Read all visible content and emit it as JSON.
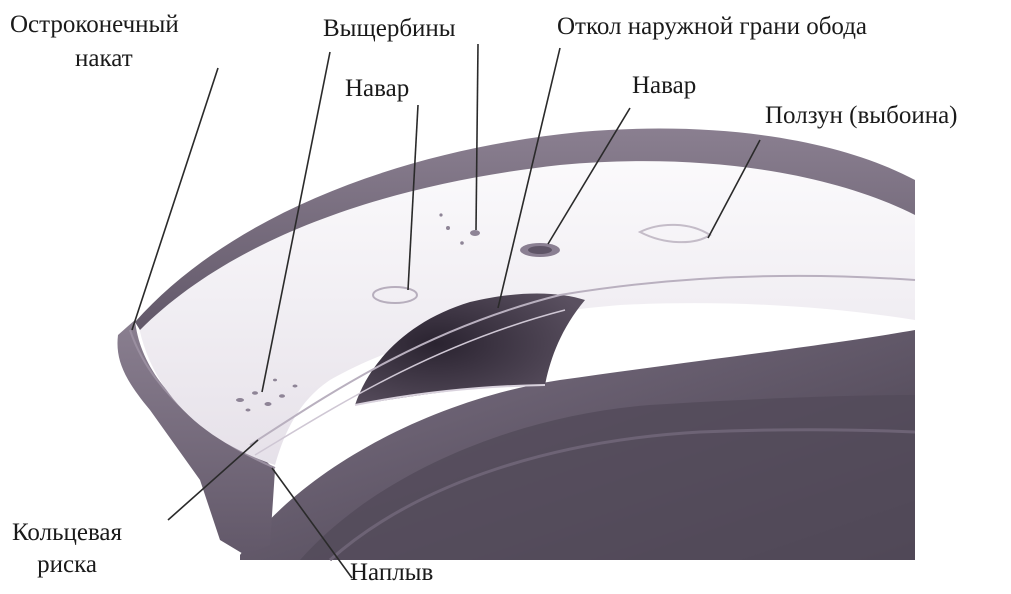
{
  "labels": {
    "pointed_flange": [
      "Остроконечный",
      "накат"
    ],
    "chips": "Выщербины",
    "rim_chip": "Откол наружной грани обода",
    "weld_left": "Навар",
    "weld_right": "Навар",
    "flat_spot": "Ползун (выбоина)",
    "ring_groove": [
      "Кольцевая",
      "риска"
    ],
    "overflow": "Наплыв"
  },
  "colors": {
    "wheel_body": "#6f6478",
    "wheel_shadow": "#4b4452",
    "tread": "#f1eef3",
    "leader": "#2a2a2a"
  }
}
